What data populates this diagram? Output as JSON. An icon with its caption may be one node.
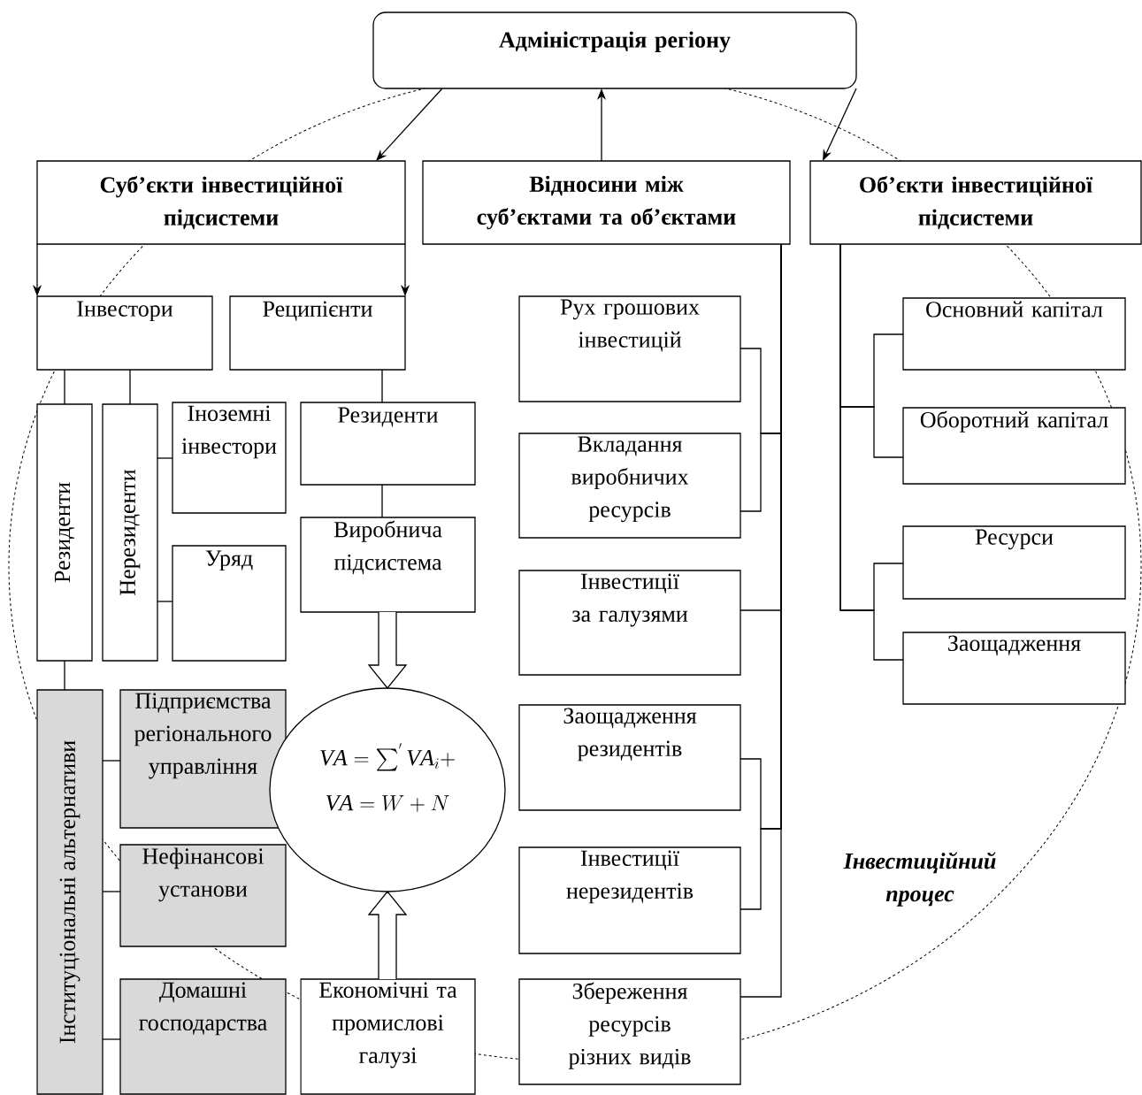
{
  "diagram": {
    "nodes": [
      {
        "text": [
          "Адміністрація регіону"
        ]
      },
      {
        "text": [
          "Суб’єкти інвестиційної підсистеми"
        ]
      },
      {
        "text": [
          "Відносини між суб’єктами та об’єктами"
        ]
      },
      {
        "text": [
          "Об’єкти інвестиційної підсистеми"
        ]
      },
      {
        "text": [
          "Інвестори"
        ]
      },
      {
        "text": [
          "Реципієнти"
        ]
      },
      {
        "text": [
          "Резиденти"
        ]
      },
      {
        "text": [
          "Нерезиденти"
        ]
      },
      {
        "text": [
          "Іноземні інвестори"
        ]
      },
      {
        "text": [
          "Уряд"
        ]
      },
      {
        "text": [
          "Резиденти"
        ]
      },
      {
        "text": [
          "Виробнича підсистема"
        ]
      },
      {
        "text": [
          "Інституціональні альтернативи"
        ]
      },
      {
        "text": [
          "Підприємства регіонального управління"
        ]
      },
      {
        "text": [
          "Нефінансові установи"
        ]
      },
      {
        "text": [
          "Домашні господарства"
        ]
      },
      {
        "text": [
          "\\mathit{VA} = \\sum\\nolimits^{'} \\mathit{VA}_{i} +",
          "\\mathit{VA} = W + N"
        ]
      },
      {
        "text": [
          "Економічні та промислові галузі"
        ]
      },
      {
        "text": [
          "Рух грошових інвестицій"
        ]
      },
      {
        "text": [
          "Вкладання виробничих ресурсів"
        ]
      },
      {
        "text": [
          "Інвестиції за галузями"
        ]
      },
      {
        "text": [
          "Заощадження резидентів"
        ]
      },
      {
        "text": [
          "Інвестиції нерезидентів"
        ]
      },
      {
        "text": [
          "Збереження ресурсів різних видів"
        ]
      },
      {
        "text": [
          "Основний капітал"
        ]
      },
      {
        "text": [
          "Оборотний капітал"
        ]
      },
      {
        "text": [
          "Ресурси"
        ]
      },
      {
        "text": [
          "Заощадження"
        ]
      }
    ],
    "edges": [
      {
        "from": 0,
        "to": 1,
        "arrow": "to"
      },
      {
        "from": 2,
        "to": 0,
        "arrow": "to"
      },
      {
        "from": 0,
        "to": 3,
        "arrow": "to"
      },
      {
        "from": 1,
        "to": 4,
        "arrow": "to"
      },
      {
        "from": 1,
        "to": 5,
        "arrow": "to"
      },
      {
        "from": 4,
        "to": 6,
        "arrow": "none"
      },
      {
        "from": 4,
        "to": 7,
        "arrow": "none"
      },
      {
        "from": 7,
        "to": 8,
        "arrow": "none"
      },
      {
        "from": 7,
        "to": 9,
        "arrow": "none"
      },
      {
        "from": 5,
        "to": 10,
        "arrow": "none"
      },
      {
        "from": 10,
        "to": 11,
        "arrow": "none"
      },
      {
        "from": 6,
        "to": 12,
        "arrow": "none"
      },
      {
        "from": 12,
        "to": 13,
        "arrow": "none"
      },
      {
        "from": 12,
        "to": 14,
        "arrow": "none"
      },
      {
        "from": 12,
        "to": 15,
        "arrow": "none"
      },
      {
        "from": 11,
        "to": 16,
        "arrow": "to",
        "style": "thick"
      },
      {
        "from": 17,
        "to": 16,
        "arrow": "to",
        "style": "thick"
      },
      {
        "from": 2,
        "to": 18,
        "arrow": "none"
      },
      {
        "from": 2,
        "to": 19,
        "arrow": "none"
      },
      {
        "from": 2,
        "to": 20,
        "arrow": "none"
      },
      {
        "from": 2,
        "to": 21,
        "arrow": "none"
      },
      {
        "from": 2,
        "to": 22,
        "arrow": "none"
      },
      {
        "from": 2,
        "to": 23,
        "arrow": "none"
      },
      {
        "from": 3,
        "to": 24,
        "arrow": "none"
      },
      {
        "from": 3,
        "to": 25,
        "arrow": "none"
      },
      {
        "from": 3,
        "to": 26,
        "arrow": "none"
      },
      {
        "from": 3,
        "to": 27,
        "arrow": "none"
      }
    ],
    "labels": [
      "Інвестиційний процес"
    ]
  }
}
